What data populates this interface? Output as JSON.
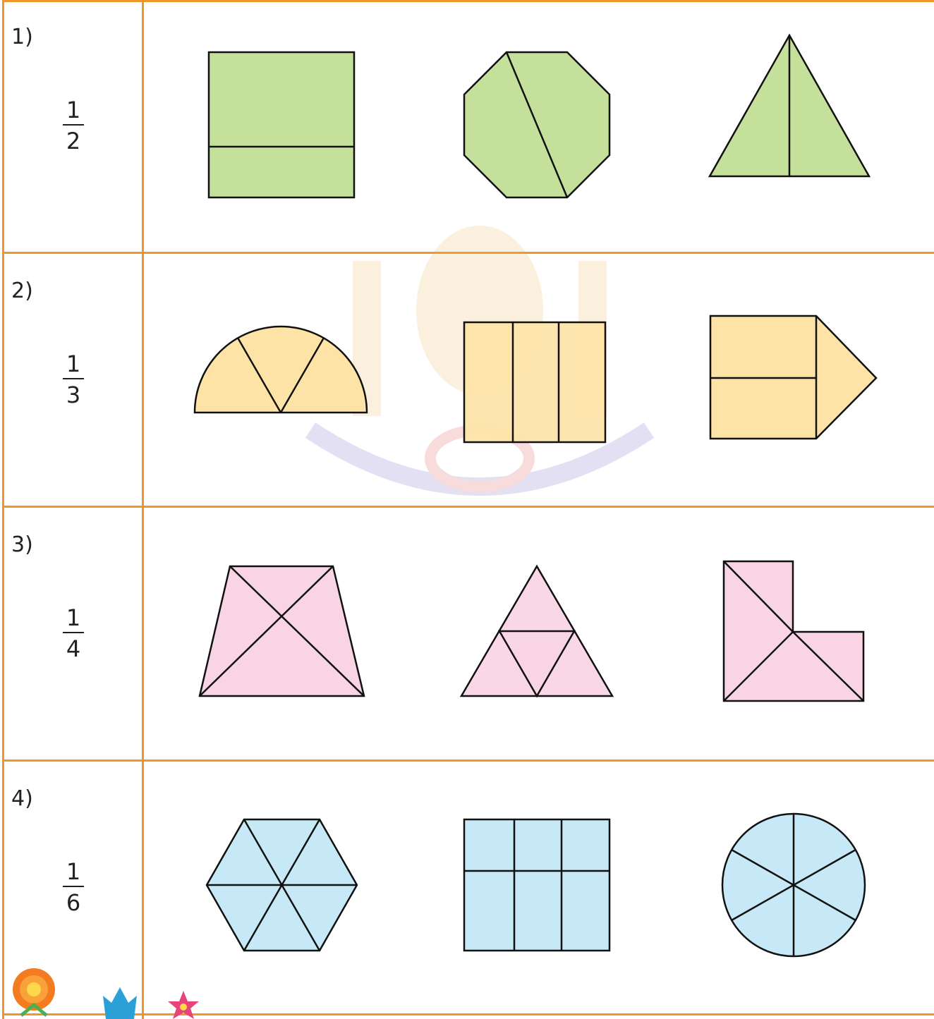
{
  "colors": {
    "grid_line": "#f0972a",
    "green": "#c5e09a",
    "yellow": "#fde4a6",
    "pink": "#f8d4e4",
    "blue": "#c6e8f7",
    "outline": "#111111"
  },
  "rows": [
    {
      "number": "1)",
      "fraction": {
        "numerator": "1",
        "denominator": "2"
      },
      "fill": "green",
      "shapes": [
        "square-split-two-rows",
        "octagon-split-diagonal",
        "triangle-split-vertical"
      ]
    },
    {
      "number": "2)",
      "fraction": {
        "numerator": "1",
        "denominator": "3"
      },
      "fill": "yellow",
      "shapes": [
        "semicircle-split-three",
        "rectangle-split-three-columns",
        "pentagon-split-three"
      ]
    },
    {
      "number": "3)",
      "fraction": {
        "numerator": "1",
        "denominator": "4"
      },
      "fill": "pink",
      "shapes": [
        "trapezoid-split-diagonals",
        "triangle-split-four",
        "l-shape-split-four"
      ]
    },
    {
      "number": "4)",
      "fraction": {
        "numerator": "1",
        "denominator": "6"
      },
      "fill": "blue",
      "shapes": [
        "hexagon-split-six",
        "rectangle-split-six",
        "circle-split-six"
      ]
    }
  ],
  "watermark": {
    "label": "seal-watermark"
  },
  "decorations": [
    "orange-flower-icon",
    "blue-tulip-icon",
    "pink-flower-icon"
  ]
}
